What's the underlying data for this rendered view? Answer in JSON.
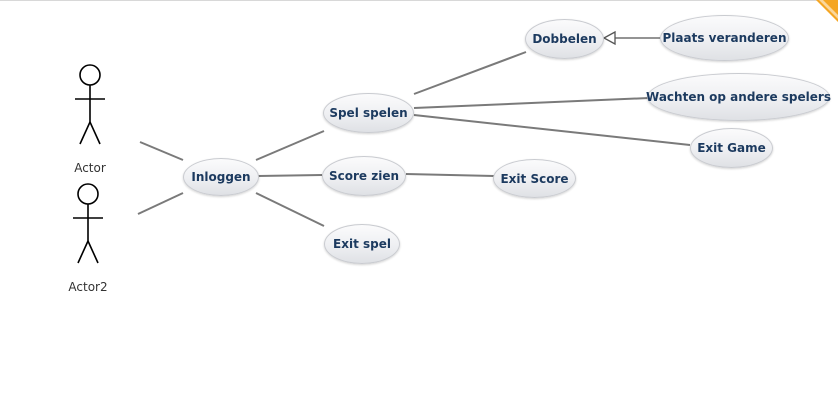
{
  "actors": [
    {
      "id": "actor1",
      "label": "Actor"
    },
    {
      "id": "actor2",
      "label": "Actor2"
    }
  ],
  "use_cases": [
    {
      "id": "inloggen",
      "label": "Inloggen"
    },
    {
      "id": "spel_spelen",
      "label": "Spel spelen"
    },
    {
      "id": "score_zien",
      "label": "Score zien"
    },
    {
      "id": "exit_spel",
      "label": "Exit spel"
    },
    {
      "id": "dobbelen",
      "label": "Dobbelen"
    },
    {
      "id": "plaats_veranderen",
      "label": "Plaats veranderen"
    },
    {
      "id": "wachten",
      "label": "Wachten op andere spelers"
    },
    {
      "id": "exit_game",
      "label": "Exit Game"
    },
    {
      "id": "exit_score",
      "label": "Exit Score"
    }
  ],
  "associations": [
    {
      "from": "actor1",
      "to": "inloggen"
    },
    {
      "from": "actor2",
      "to": "inloggen"
    },
    {
      "from": "inloggen",
      "to": "spel_spelen"
    },
    {
      "from": "inloggen",
      "to": "score_zien"
    },
    {
      "from": "inloggen",
      "to": "exit_spel"
    },
    {
      "from": "spel_spelen",
      "to": "dobbelen"
    },
    {
      "from": "spel_spelen",
      "to": "wachten"
    },
    {
      "from": "spel_spelen",
      "to": "exit_game"
    },
    {
      "from": "score_zien",
      "to": "exit_score"
    }
  ],
  "generalizations": [
    {
      "child": "plaats_veranderen",
      "parent": "dobbelen"
    }
  ],
  "colors": {
    "usecase_text": "#1c3a5f",
    "line": "#7a7a7a",
    "corner_flag": "#f5a623"
  }
}
